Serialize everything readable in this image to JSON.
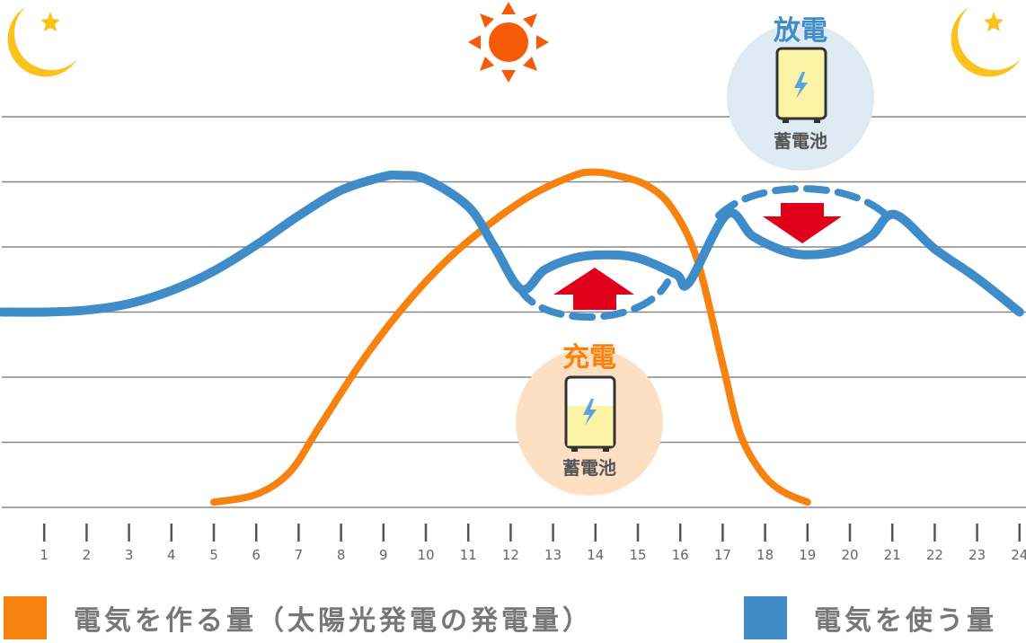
{
  "chart_data": {
    "type": "line",
    "x": [
      1,
      2,
      3,
      4,
      5,
      6,
      7,
      8,
      9,
      10,
      11,
      12,
      13,
      14,
      15,
      16,
      17,
      18,
      19,
      20,
      21,
      22,
      23,
      24
    ],
    "tick_labels": [
      "1",
      "2",
      "3",
      "4",
      "5",
      "6",
      "7",
      "8",
      "9",
      "10",
      "11",
      "12",
      "13",
      "14",
      "15",
      "16",
      "17",
      "18",
      "19",
      "20",
      "21",
      "22",
      "23",
      "24"
    ],
    "ylim": [
      0,
      6
    ],
    "grid": true,
    "series": [
      {
        "name": "電気を作る量（太陽光発電の発電量）",
        "color": "#f7820f",
        "x": [
          5,
          6,
          6.8,
          7.5,
          8.5,
          9.5,
          10.5,
          11.5,
          12.5,
          13.5,
          14,
          14.5,
          15.2,
          15.8,
          16.4,
          17,
          17.4,
          17.9,
          18.4,
          19
        ],
        "y": [
          0.08,
          0.2,
          0.55,
          1.25,
          2.25,
          3.1,
          3.8,
          4.35,
          4.8,
          5.1,
          5.15,
          5.1,
          4.95,
          4.6,
          3.8,
          2.2,
          1.15,
          0.55,
          0.25,
          0.08
        ]
      },
      {
        "name": "電気を使う量",
        "color": "#3f8cc9",
        "x": [
          0,
          1,
          2,
          3,
          4,
          5,
          6,
          7,
          8,
          9,
          9.4,
          10,
          11,
          11.6,
          12.25,
          12.8,
          13.5,
          14.2,
          15,
          15.9,
          16.2,
          17.1,
          17.7,
          18.4,
          19,
          19.8,
          20.5,
          21.05,
          22,
          23,
          24
        ],
        "y": [
          3.0,
          3.0,
          3.03,
          3.13,
          3.33,
          3.63,
          4.03,
          4.48,
          4.87,
          5.08,
          5.1,
          5.04,
          4.62,
          4.02,
          3.35,
          3.65,
          3.83,
          3.88,
          3.83,
          3.58,
          3.45,
          4.5,
          4.17,
          3.95,
          3.88,
          3.95,
          4.17,
          4.5,
          3.97,
          3.52,
          3.0
        ]
      }
    ]
  },
  "badges": {
    "charge": {
      "title": "充電",
      "sub": "蓄電池",
      "title_color": "#f7820f",
      "circle_color": "#fde0c4",
      "fill_color": "#fbf4a6"
    },
    "discharge": {
      "title": "放電",
      "sub": "蓄電池",
      "title_color": "#3f8cc9",
      "circle_color": "#dfebf3",
      "fill_color": "#fbf4a6"
    }
  },
  "icons": {
    "moon_left": "moon-icon",
    "sun": "sun-icon",
    "moon_right": "moon-icon",
    "battery": "battery-icon",
    "bolt": "lightning-icon",
    "charge_arrow": "arrow-up-icon",
    "discharge_arrow": "arrow-down-icon"
  },
  "colors": {
    "moon": "#fbc11d",
    "sun": "#f75b0a",
    "arrow": "#e0001c",
    "grid": "#888888"
  },
  "legend": {
    "generation": {
      "label": "電気を作る量（太陽光発電の発電量）",
      "color": "#f7820f"
    },
    "usage": {
      "label": "電気を使う量",
      "color": "#3f8cc9"
    }
  }
}
